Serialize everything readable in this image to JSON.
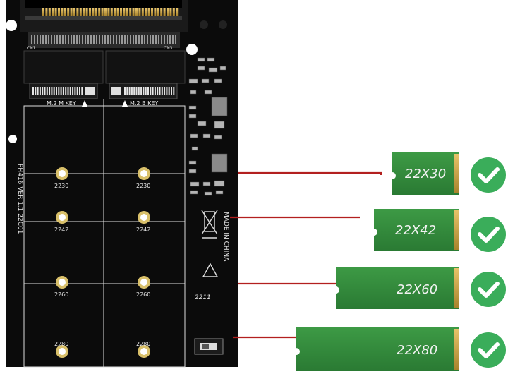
{
  "board": {
    "slot_left_label": "M.2 M KEY",
    "slot_right_label": "M.2 B KEY",
    "model_label": "PH416  VER:1.1  22C01",
    "made_in_label": "MADE IN CHINA",
    "date_code": "2211",
    "connector_left_label": "CN1",
    "connector_right_label": "CN3",
    "mount_labels": [
      "2230",
      "2242",
      "2260",
      "2280"
    ]
  },
  "sizes": [
    {
      "label": "22X30",
      "supported": true
    },
    {
      "label": "22X42",
      "supported": true
    },
    {
      "label": "22X60",
      "supported": true
    },
    {
      "label": "22X80",
      "supported": true
    }
  ],
  "colors": {
    "pcb": "#0b0b0b",
    "module_green": "#2f8a3a",
    "lead_red": "#b3201f",
    "check_green": "#3aad5a"
  },
  "icons": {
    "check": "checkmark-circle-icon"
  }
}
